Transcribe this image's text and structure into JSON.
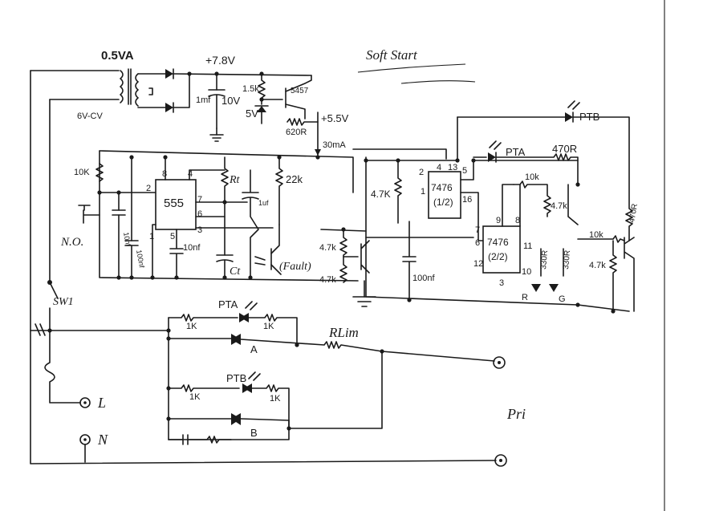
{
  "title": "Soft Start",
  "power": {
    "rating": "0.5VA",
    "transformer": "6V-CV",
    "rail_high": "+7.8V",
    "cap_main": "1mf",
    "cap_volt": "10V",
    "res_15k": "1.5k",
    "zener": "5V",
    "transistor": "5457",
    "res_620": "620R",
    "rail_logic": "+5.5V",
    "current": "30mA"
  },
  "timer": {
    "chip": "555",
    "pin2": "2",
    "pin8": "8",
    "pin4": "4",
    "pin7": "7",
    "pin6": "6",
    "pin3": "3",
    "pin1": "1",
    "pin5": "5",
    "res_10k": "10K",
    "rt": "Rt",
    "cap_1uf": "1uf",
    "res_22k": "22k",
    "cap_10nf_a": "10nf",
    "cap_100nf": "100nf",
    "cap_10nf_b": "10nf",
    "ct": "Ct",
    "switch_no": "N.O.",
    "fault": "(Fault)",
    "res_4k7_a": "4.7k",
    "res_4k7_b": "4.7k"
  },
  "logic": {
    "res_4k7_c": "4.7K",
    "ff1": "7476",
    "ff1_half": "(1/2)",
    "ff2": "7476",
    "ff2_half": "(2/2)",
    "p2": "2",
    "p4": "4",
    "p13": "13",
    "p5": "5",
    "p1": "1",
    "p16": "16",
    "p7": "7",
    "p9": "9",
    "p8": "8",
    "p6": "6",
    "p12": "12",
    "p11": "11",
    "p10": "10",
    "p3": "3",
    "cap_100nf_b": "100nf",
    "pta_led": "PTA",
    "ptb_led": "PTB",
    "res_470": "470R",
    "res_10k_b": "10k",
    "res_4k7_d": "4.7k",
    "res_10k_c": "10k",
    "res_4k7_e": "4.7k",
    "res_470_b": "470R",
    "res_330_a": "330R",
    "res_330_b": "330R",
    "led_r": "R",
    "led_g": "G"
  },
  "mains": {
    "switch": "SW1",
    "live": "L",
    "neutral": "N",
    "pta": "PTA",
    "ptb": "PTB",
    "r1k_a": "1K",
    "r1k_b": "1K",
    "r1k_c": "1K",
    "r1k_d": "1K",
    "triac_a": "A",
    "triac_b": "B",
    "rlim": "RLim",
    "primary": "Pri"
  }
}
